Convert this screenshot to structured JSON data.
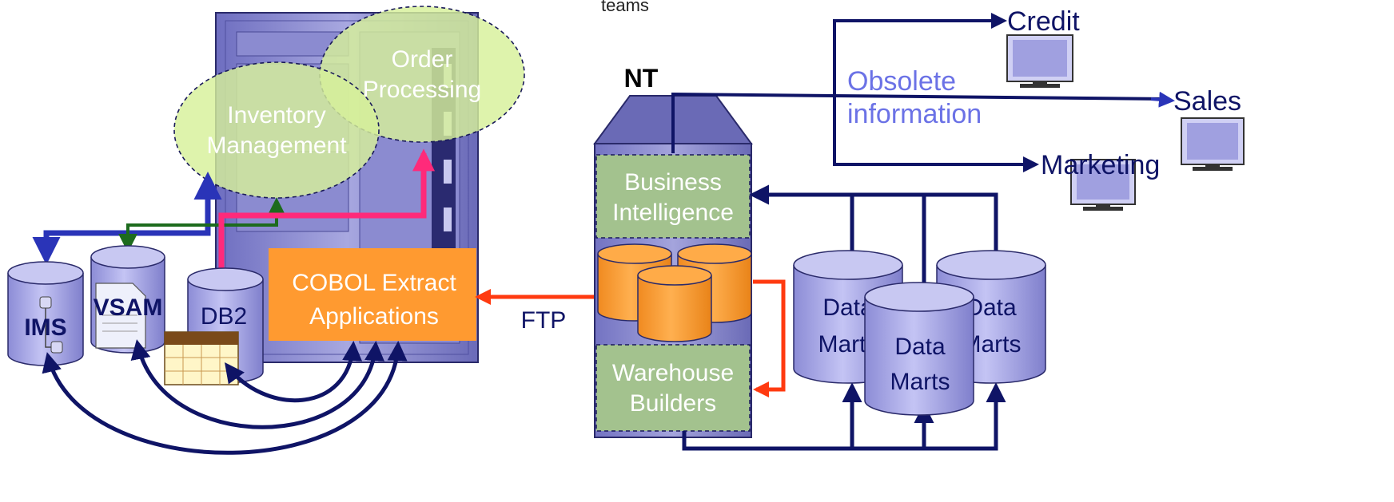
{
  "header": {
    "partial_text": "teams"
  },
  "mainframe": {
    "ellipses": {
      "order_processing": [
        "Order",
        "Processing"
      ],
      "inventory_management": [
        "Inventory",
        "Management"
      ]
    },
    "databases": {
      "ims": "IMS",
      "vsam": "VSAM",
      "db2": "DB2"
    },
    "cobol_box": [
      "COBOL Extract",
      "Applications"
    ]
  },
  "ftp_label": "FTP",
  "nt_server": {
    "title": "NT",
    "business_intelligence": [
      "Business",
      "Intelligence"
    ],
    "warehouse_builders": [
      "Warehouse",
      "Builders"
    ]
  },
  "data_marts": [
    [
      "Data",
      "Marts"
    ],
    [
      "Data",
      "Marts"
    ],
    [
      "Data",
      "Marts"
    ]
  ],
  "consumers": {
    "credit": "Credit",
    "sales": "Sales",
    "marketing": "Marketing"
  },
  "obsolete_note": [
    "Obsolete",
    "information"
  ],
  "colors": {
    "navy": "#0f1466",
    "blue_arrow": "#2a34b8",
    "pink_arrow": "#ff2a7a",
    "green_arrow": "#1d6b1d",
    "orange": "#ff9a30",
    "red_arrow": "#ff3a10",
    "cylinder": "#a9a9e8",
    "green_panel": "#a3c28e",
    "obsolete_text": "#6b72e6"
  }
}
